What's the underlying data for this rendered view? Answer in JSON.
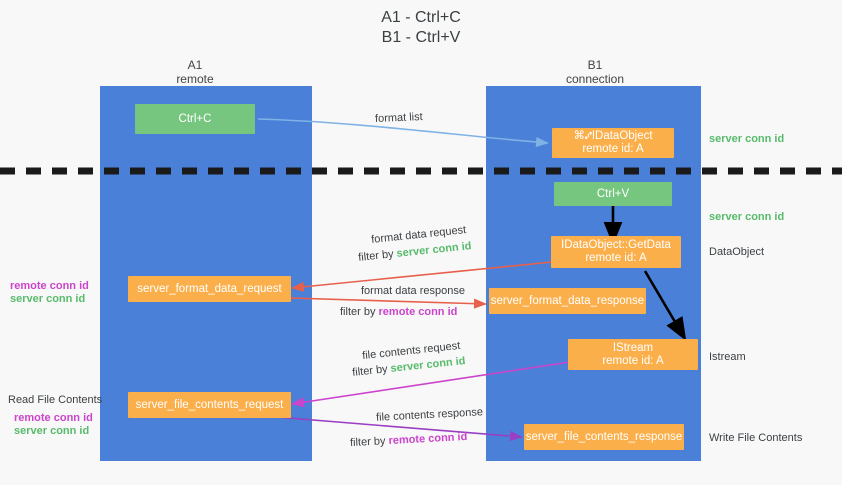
{
  "title": {
    "line1": "A1 - Ctrl+C",
    "line2": "B1 - Ctrl+V"
  },
  "columns": [
    {
      "name": "A1",
      "sub": "remote"
    },
    {
      "name": "B1",
      "sub": "connection"
    }
  ],
  "boxes": {
    "ctrl_c": {
      "line1": "Ctrl+C"
    },
    "ctrl_v": {
      "line1": "Ctrl+V"
    },
    "idataobject": {
      "line1": "⌘⑇IDataObject",
      "line2": "remote id: A"
    },
    "getdata": {
      "line1": "IDataObject::GetData",
      "line2": "remote id: A"
    },
    "istream": {
      "line1": "IStream",
      "line2": "remote id: A"
    },
    "server_format_data_request": {
      "line1": "server_format_data_request"
    },
    "server_format_data_response": {
      "line1": "server_format_data_response"
    },
    "server_file_contents_request": {
      "line1": "server_file_contents_request"
    },
    "server_file_contents_response": {
      "line1": "server_file_contents_response"
    }
  },
  "edge_labels": {
    "format_list": "format list",
    "format_data_request": "format data request",
    "format_data_request_filter_prefix": "filter by ",
    "format_data_request_filter_key": "server conn id",
    "format_data_response": "format data response",
    "format_data_response_filter_prefix": "filter by ",
    "format_data_response_filter_key": "remote conn id",
    "file_contents_request": "file contents request",
    "file_contents_request_filter_prefix": "filter by ",
    "file_contents_request_filter_key": "server conn id",
    "file_contents_response": "file contents response",
    "file_contents_response_filter_prefix": "filter by ",
    "file_contents_response_filter_key": "remote conn id"
  },
  "right_labels": {
    "server_conn_id_top": "server conn id",
    "server_conn_id_mid": "server conn id",
    "dataobject": "DataObject",
    "istream": "Istream",
    "write_file_contents": "Write File Contents"
  },
  "left_labels": {
    "remote_conn_id_1": "remote conn id",
    "server_conn_id_1": "server conn id",
    "read_file_contents": "Read File Contents",
    "remote_conn_id_2": "remote conn id",
    "server_conn_id_2": "server conn id"
  },
  "colors": {
    "background": "#f8f8f8",
    "lane": "#4a80d8",
    "green_box": "#77c680",
    "orange_box": "#fbaf4b",
    "green_text": "#57bb6b",
    "magenta_text": "#cc44cc",
    "blue_arrow": "#7fb2e5",
    "red_arrow": "#e8604c",
    "magenta_arrow": "#cc44cc",
    "purple_arrow": "#9a3fc4",
    "black_arrow": "#000000",
    "divider": "#1a1a1a"
  }
}
